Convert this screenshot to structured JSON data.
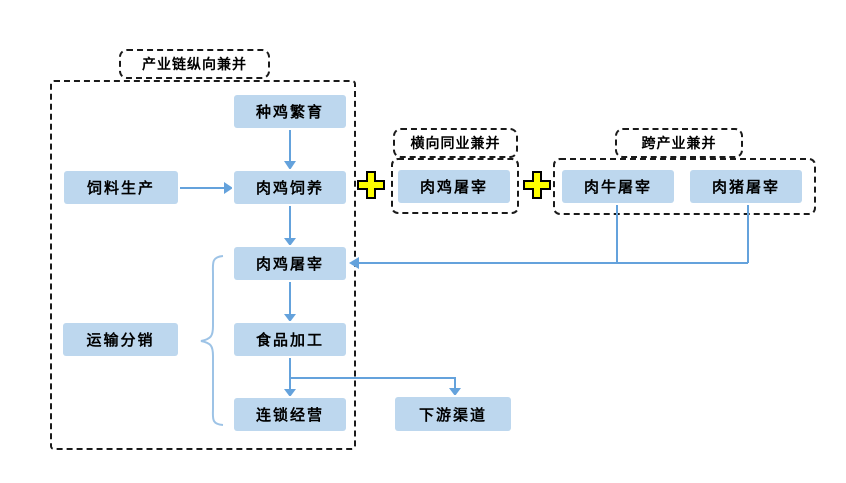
{
  "diagram": {
    "title": "产业链纵向兼并",
    "groups": {
      "horizontal": {
        "label": "横向同业兼并"
      },
      "cross": {
        "label": "跨产业兼并"
      }
    },
    "nodes": {
      "feed_production": "饲料生产",
      "chick_breeding": "种鸡繁育",
      "broiler_raising": "肉鸡饲养",
      "broiler_slaughter_main": "肉鸡屠宰",
      "food_processing": "食品加工",
      "chain_operation": "连锁经营",
      "transport_distribution": "运输分销",
      "downstream_channel": "下游渠道",
      "broiler_slaughter_peer": "肉鸡屠宰",
      "beef_slaughter": "肉牛屠宰",
      "pork_slaughter": "肉猪屠宰"
    },
    "icons": {
      "merge_plus_1": "plus-icon",
      "merge_plus_2": "plus-icon"
    },
    "colors": {
      "node_fill": "#BDD7EE",
      "arrow": "#64A2DC",
      "brace": "#9DC3E6",
      "plus_fill": "#FFFF00",
      "plus_outline": "#000000",
      "dashed_border": "#1A1A1A",
      "label_bg": "#FFFFFF",
      "text": "#000000"
    }
  }
}
